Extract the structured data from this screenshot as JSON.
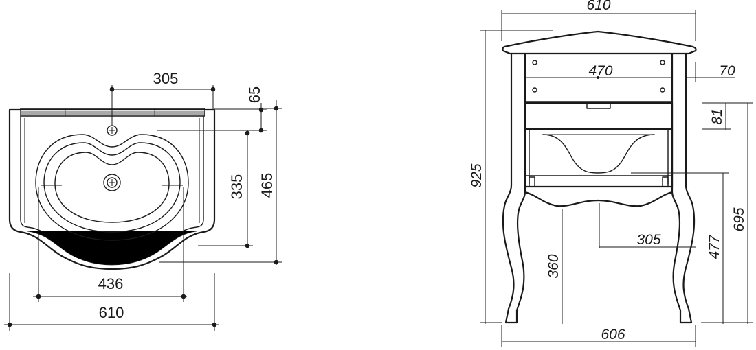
{
  "top_view": {
    "dimensions": {
      "basin_offset": "305",
      "front_depth": "65",
      "basin_depth": "335",
      "total_depth": "465",
      "basin_width": "436",
      "total_width": "610"
    }
  },
  "front_view": {
    "dimensions": {
      "top_width": "610",
      "inner_width": "470",
      "top_offset": "70",
      "drawer_height": "81",
      "total_height": "925",
      "cabinet_height": "695",
      "shelf_height": "477",
      "leg_height": "360",
      "half_width": "305",
      "base_width": "606"
    }
  }
}
